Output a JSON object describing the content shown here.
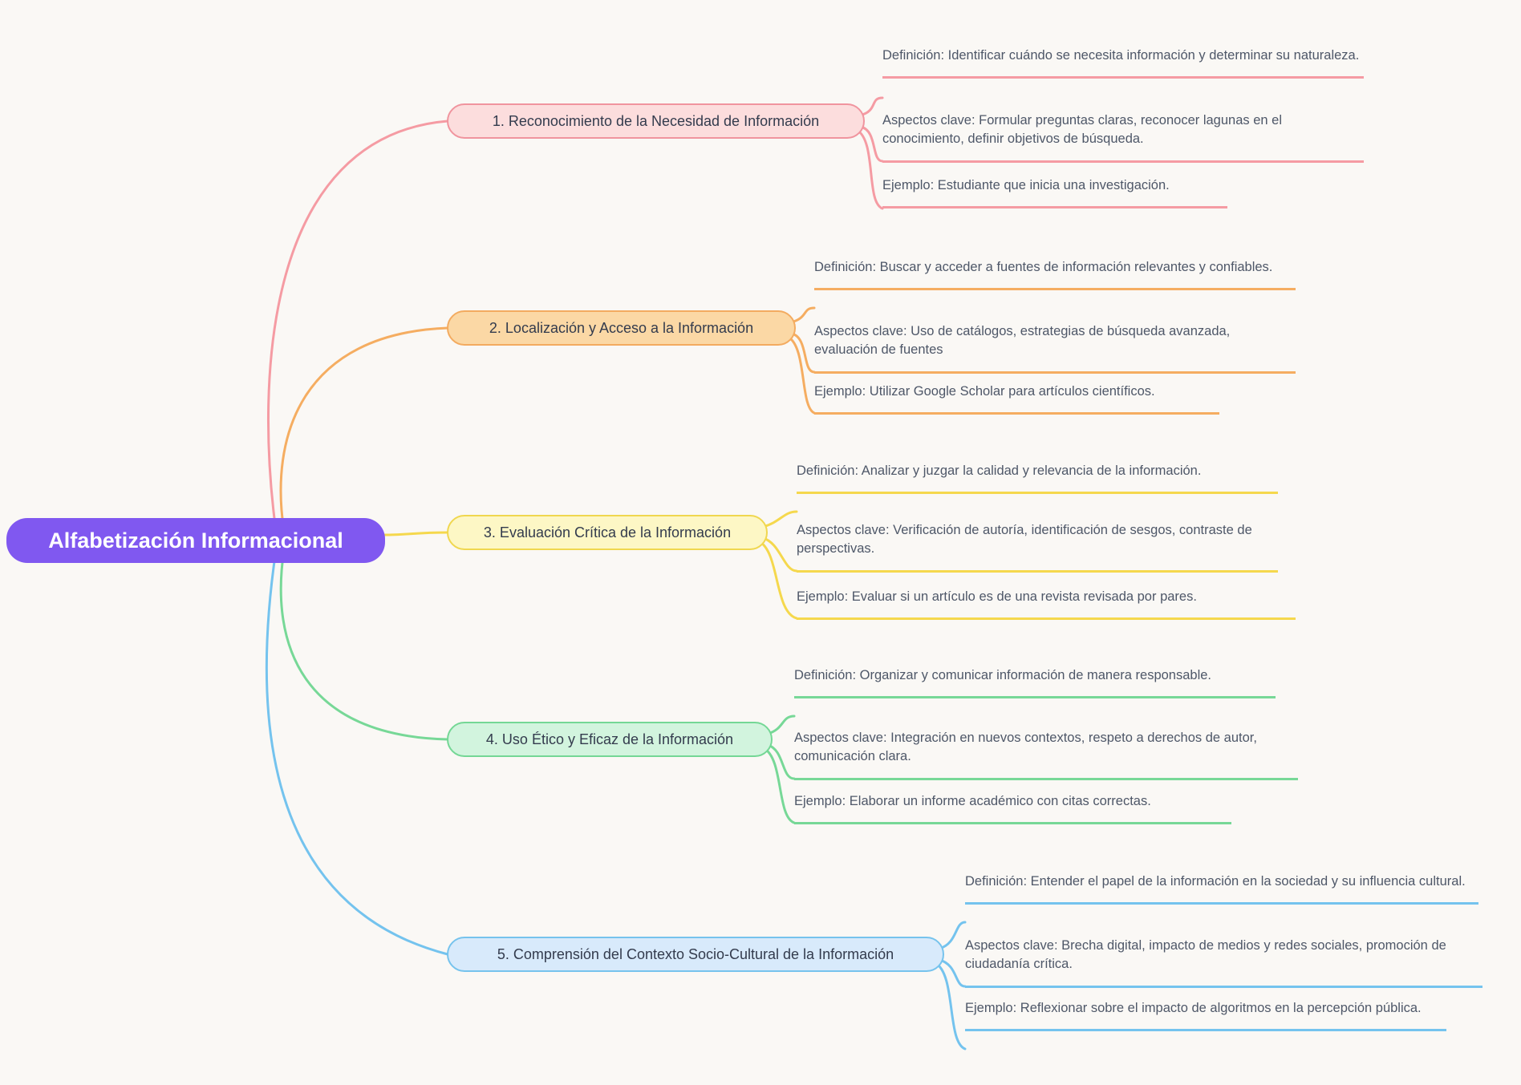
{
  "title": "Alfabetización Informacional",
  "colors": {
    "background": "#faf8f5",
    "central_bg": "#8058f0",
    "central_text": "#ffffff",
    "branch_rose": "#f0949e",
    "branch_orange": "#f3ab60",
    "branch_yellow": "#f0d74f",
    "branch_green": "#74d795",
    "branch_blue": "#76c3ed"
  },
  "branches": [
    {
      "label": "1. Reconocimiento de la Necesidad de Información",
      "color": "#f0949e",
      "children": [
        "Definición: Identificar cuándo se necesita información y determinar su naturaleza.",
        "Aspectos clave: Formular preguntas claras, reconocer lagunas en el conocimiento, definir objetivos de búsqueda.",
        "Ejemplo: Estudiante que inicia una investigación."
      ]
    },
    {
      "label": "2. Localización y Acceso a la Información",
      "color": "#f3ab60",
      "children": [
        "Definición: Buscar y acceder a fuentes de información relevantes y confiables.",
        "Aspectos clave: Uso de catálogos, estrategias de búsqueda avanzada, evaluación de fuentes",
        "Ejemplo: Utilizar Google Scholar para artículos científicos."
      ]
    },
    {
      "label": "3. Evaluación Crítica de la Información",
      "color": "#f0d74f",
      "children": [
        "Definición: Analizar y juzgar la calidad y relevancia de la información.",
        "Aspectos clave: Verificación de autoría, identificación de sesgos, contraste de perspectivas.",
        "Ejemplo: Evaluar si un artículo es de una revista revisada por pares."
      ]
    },
    {
      "label": "4. Uso Ético y Eficaz de la Información",
      "color": "#74d795",
      "children": [
        "Definición: Organizar y comunicar información de manera responsable.",
        "Aspectos clave: Integración en nuevos contextos, respeto a derechos de autor, comunicación clara.",
        "Ejemplo: Elaborar un informe académico con citas correctas."
      ]
    },
    {
      "label": "5. Comprensión del Contexto Socio-Cultural de la Información",
      "color": "#76c3ed",
      "children": [
        "Definición: Entender el papel de la información en la sociedad y su influencia cultural.",
        "Aspectos clave: Brecha digital, impacto de medios y redes sociales, promoción de ciudadanía crítica.",
        "Ejemplo: Reflexionar sobre el impacto de algoritmos en la percepción pública."
      ]
    }
  ]
}
